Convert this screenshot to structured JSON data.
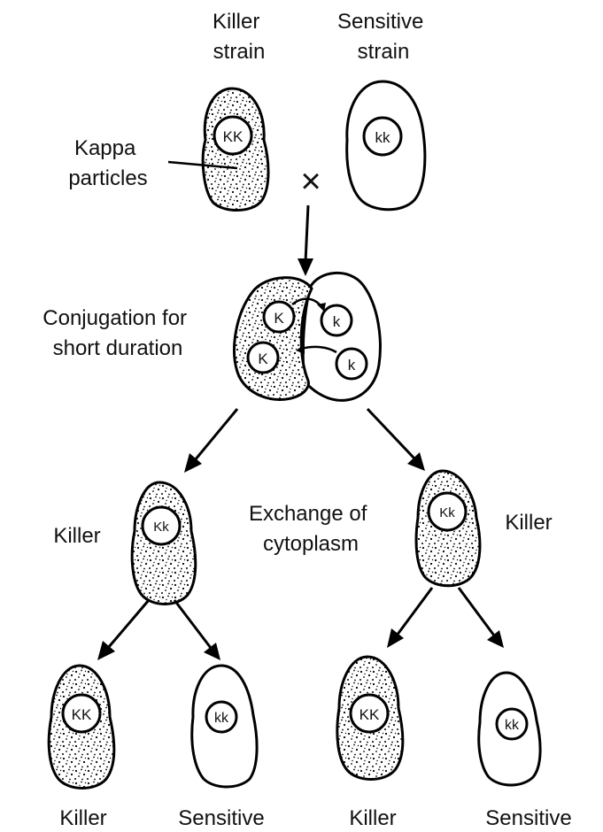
{
  "labels": {
    "killer_strain": [
      "Killer",
      "strain"
    ],
    "sensitive_strain": [
      "Sensitive",
      "strain"
    ],
    "kappa_particles": [
      "Kappa",
      "particles"
    ],
    "cross_symbol": "×",
    "conjugation": [
      "Conjugation for",
      "short duration"
    ],
    "exchange": [
      "Exchange of",
      "cytoplasm"
    ],
    "killer": "Killer",
    "sensitive": "Sensitive"
  },
  "nuclei": {
    "parent_killer": "KK",
    "parent_sensitive": "kk",
    "conj_K": "K",
    "conj_k": "k",
    "child_killer": "Kk",
    "gen2_killer": "KK",
    "gen2_sensitive": "kk"
  },
  "colors": {
    "ink": "#000000",
    "background": "#ffffff"
  }
}
